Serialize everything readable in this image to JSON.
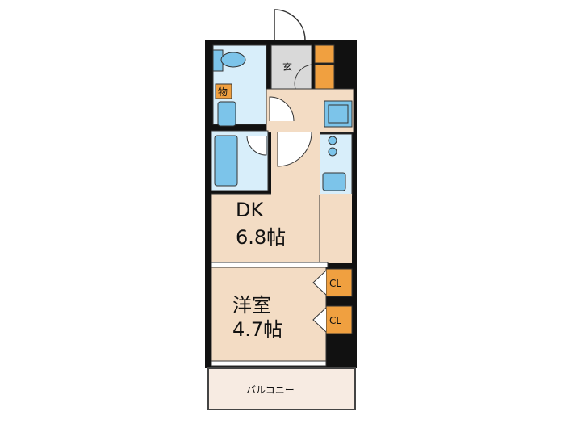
{
  "rooms": {
    "dk_name": "DK",
    "dk_size": "6.8帖",
    "western_name": "洋室",
    "western_size": "4.7帖",
    "entrance": "玄",
    "storage": "物",
    "closet_1": "CL",
    "closet_2": "CL",
    "balcony": "バルコニー"
  },
  "colors": {
    "wall": "#111111",
    "room_floor": "#f3dcc4",
    "wet_area": "#d8eefa",
    "fixture": "#7cc4ea",
    "entrance_floor": "#d9d9d9",
    "storage_orange": "#f0a040",
    "balcony_floor": "#f7ebe2"
  }
}
